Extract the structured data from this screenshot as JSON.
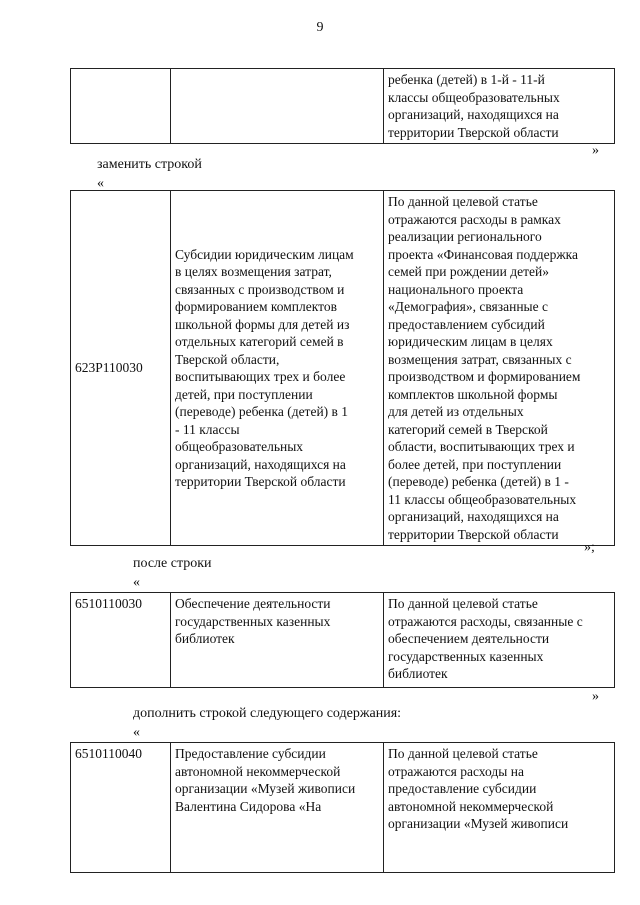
{
  "page_number": "9",
  "table1": {
    "row": {
      "code": "",
      "name": "",
      "description": "ребенка (детей) в 1-й - 11-й\nклассы общеобразовательных\nорганизаций, находящихся на\nтерритории Тверской области"
    }
  },
  "close_quote_1": "»",
  "instruction_1": "заменить строкой",
  "open_quote_1": "«",
  "table2": {
    "row": {
      "code": "623P110030",
      "name": "Субсидии юридическим лицам\nв целях возмещения затрат,\nсвязанных с производством и\nформированием комплектов\nшкольной формы для детей из\nотдельных категорий семей в\nТверской области,\nвоспитывающих трех и более\nдетей, при поступлении\n(переводе) ребенка (детей) в 1\n- 11 классы\nобщеобразовательных\nорганизаций, находящихся на\nтерритории Тверской области",
      "description": "По данной целевой статье\nотражаются расходы в рамках\nреализации регионального\nпроекта «Финансовая поддержка\nсемей при рождении детей»\nнационального проекта\n«Демография», связанные с\nпредоставлением субсидий\nюридическим лицам в целях\nвозмещения затрат, связанных с\nпроизводством и формированием\nкомплектов школьной формы\nдля детей из отдельных\nкатегорий семей в Тверской\nобласти, воспитывающих трех и\nболее детей, при поступлении\n(переводе) ребенка (детей) в 1 -\n11 классы общеобразовательных\nорганизаций, находящихся на\nтерритории Тверской области"
    }
  },
  "close_quote_2": "»;",
  "instruction_2": "после строки",
  "open_quote_2": "«",
  "table3": {
    "row": {
      "code": "6510110030",
      "name": "Обеспечение деятельности\nгосударственных казенных\nбиблиотек",
      "description": "По данной целевой статье\nотражаются расходы, связанные с\nобеспечением деятельности\nгосударственных казенных\nбиблиотек"
    }
  },
  "close_quote_3": "»",
  "instruction_3": "дополнить строкой следующего содержания:",
  "open_quote_3": "«",
  "table4": {
    "row": {
      "code": "6510110040",
      "name": "Предоставление субсидии\nавтономной некоммерческой\nорганизации «Музей живописи\nВалентина Сидорова «На",
      "description": "По данной целевой статье\nотражаются расходы на\nпредоставление субсидии\nавтономной некоммерческой\nорганизации «Музей живописи"
    }
  }
}
